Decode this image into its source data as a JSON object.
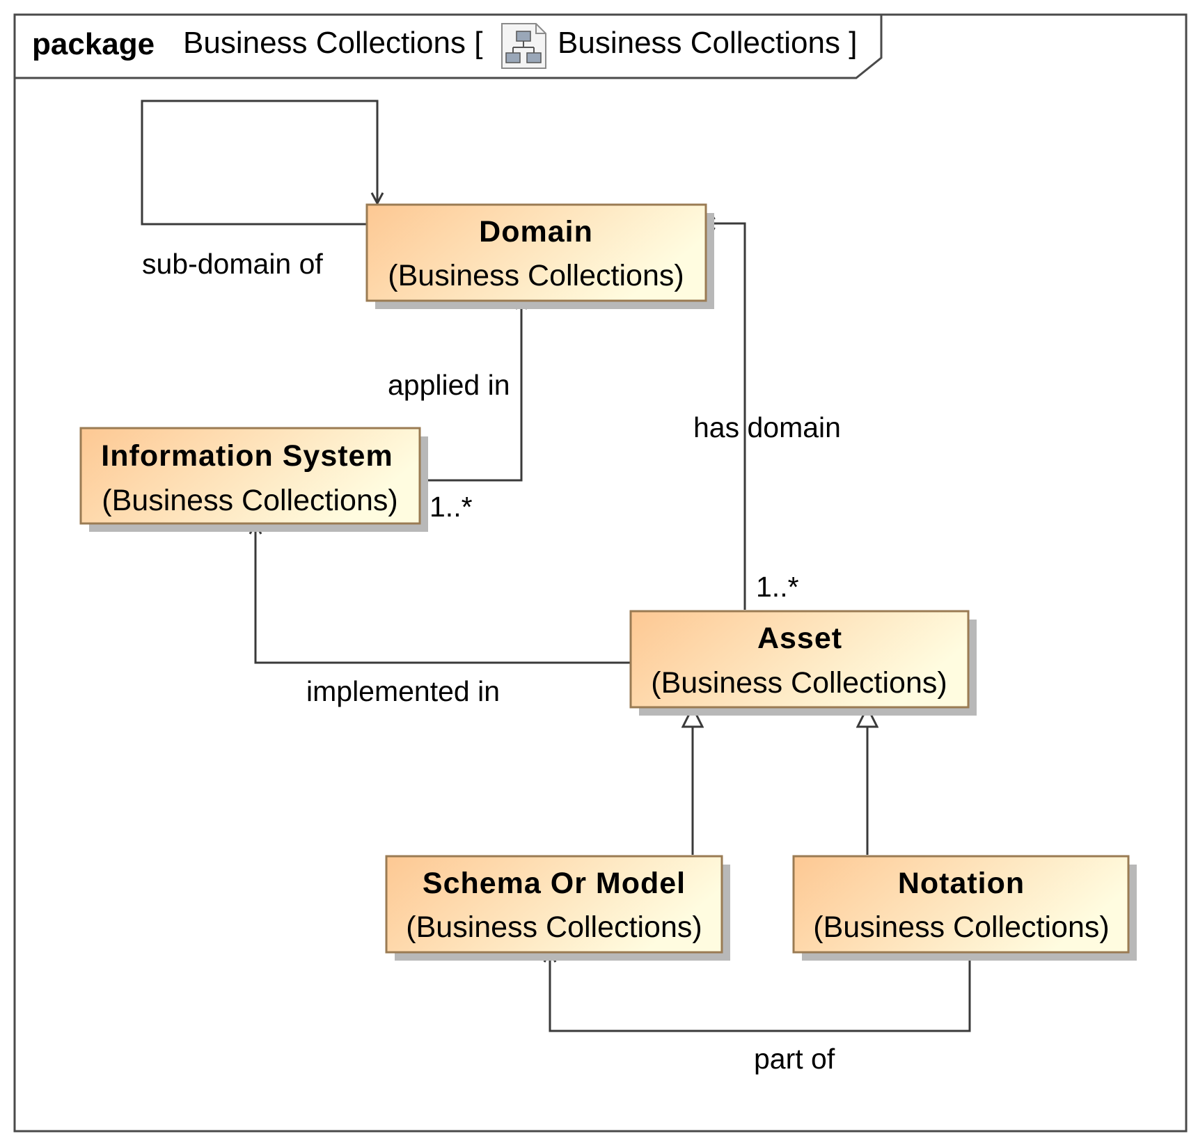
{
  "frame": {
    "keyword": "package",
    "name": "Business Collections [",
    "diagram_name": "Business Collections ]",
    "icon": "class-diagram-icon"
  },
  "classes": {
    "domain": {
      "name": "Domain",
      "package": "(Business Collections)"
    },
    "information_system": {
      "name": "Information System",
      "package": "(Business Collections)"
    },
    "asset": {
      "name": "Asset",
      "package": "(Business Collections)"
    },
    "schema_or_model": {
      "name": "Schema Or Model",
      "package": "(Business Collections)"
    },
    "notation": {
      "name": "Notation",
      "package": "(Business Collections)"
    }
  },
  "associations": {
    "sub_domain_of": {
      "label": "sub-domain of"
    },
    "applied_in": {
      "label": "applied in",
      "multiplicity": "1..*"
    },
    "has_domain": {
      "label": "has domain",
      "multiplicity": "1..*"
    },
    "implemented_in": {
      "label": "implemented in"
    },
    "part_of": {
      "label": "part of"
    }
  },
  "colors": {
    "class_gradient_start": "#fdc893",
    "class_gradient_end": "#fffce0",
    "class_border": "#9a7b53",
    "line": "#3a3a3a"
  }
}
